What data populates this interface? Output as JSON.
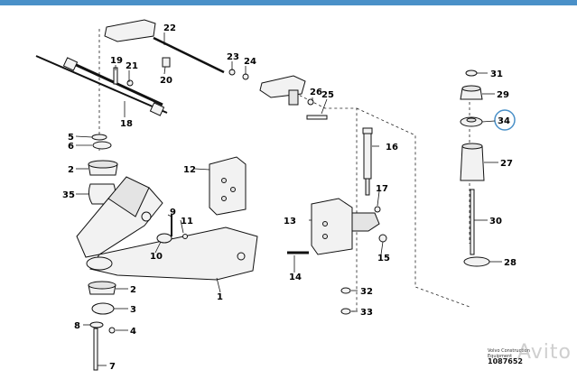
{
  "header_color": "#4a90c8",
  "highlight_color": "#4a90c8",
  "callouts": {
    "c1": "1",
    "c2a": "2",
    "c2b": "2",
    "c3": "3",
    "c4": "4",
    "c5": "5",
    "c6": "6",
    "c7": "7",
    "c8": "8",
    "c9": "9",
    "c10": "10",
    "c11": "11",
    "c12": "12",
    "c13": "13",
    "c14": "14",
    "c15": "15",
    "c16": "16",
    "c17": "17",
    "c18": "18",
    "c19": "19",
    "c20": "20",
    "c21": "21",
    "c22": "22",
    "c23": "23",
    "c24": "24",
    "c25": "25",
    "c26": "26",
    "c27": "27",
    "c28": "28",
    "c29": "29",
    "c30": "30",
    "c31": "31",
    "c32": "32",
    "c33": "33",
    "c34": "34",
    "c35": "35"
  },
  "footer": {
    "line1": "Volvo Construction",
    "line2": "Equipment",
    "code": "1087652"
  },
  "watermark": "Avito"
}
